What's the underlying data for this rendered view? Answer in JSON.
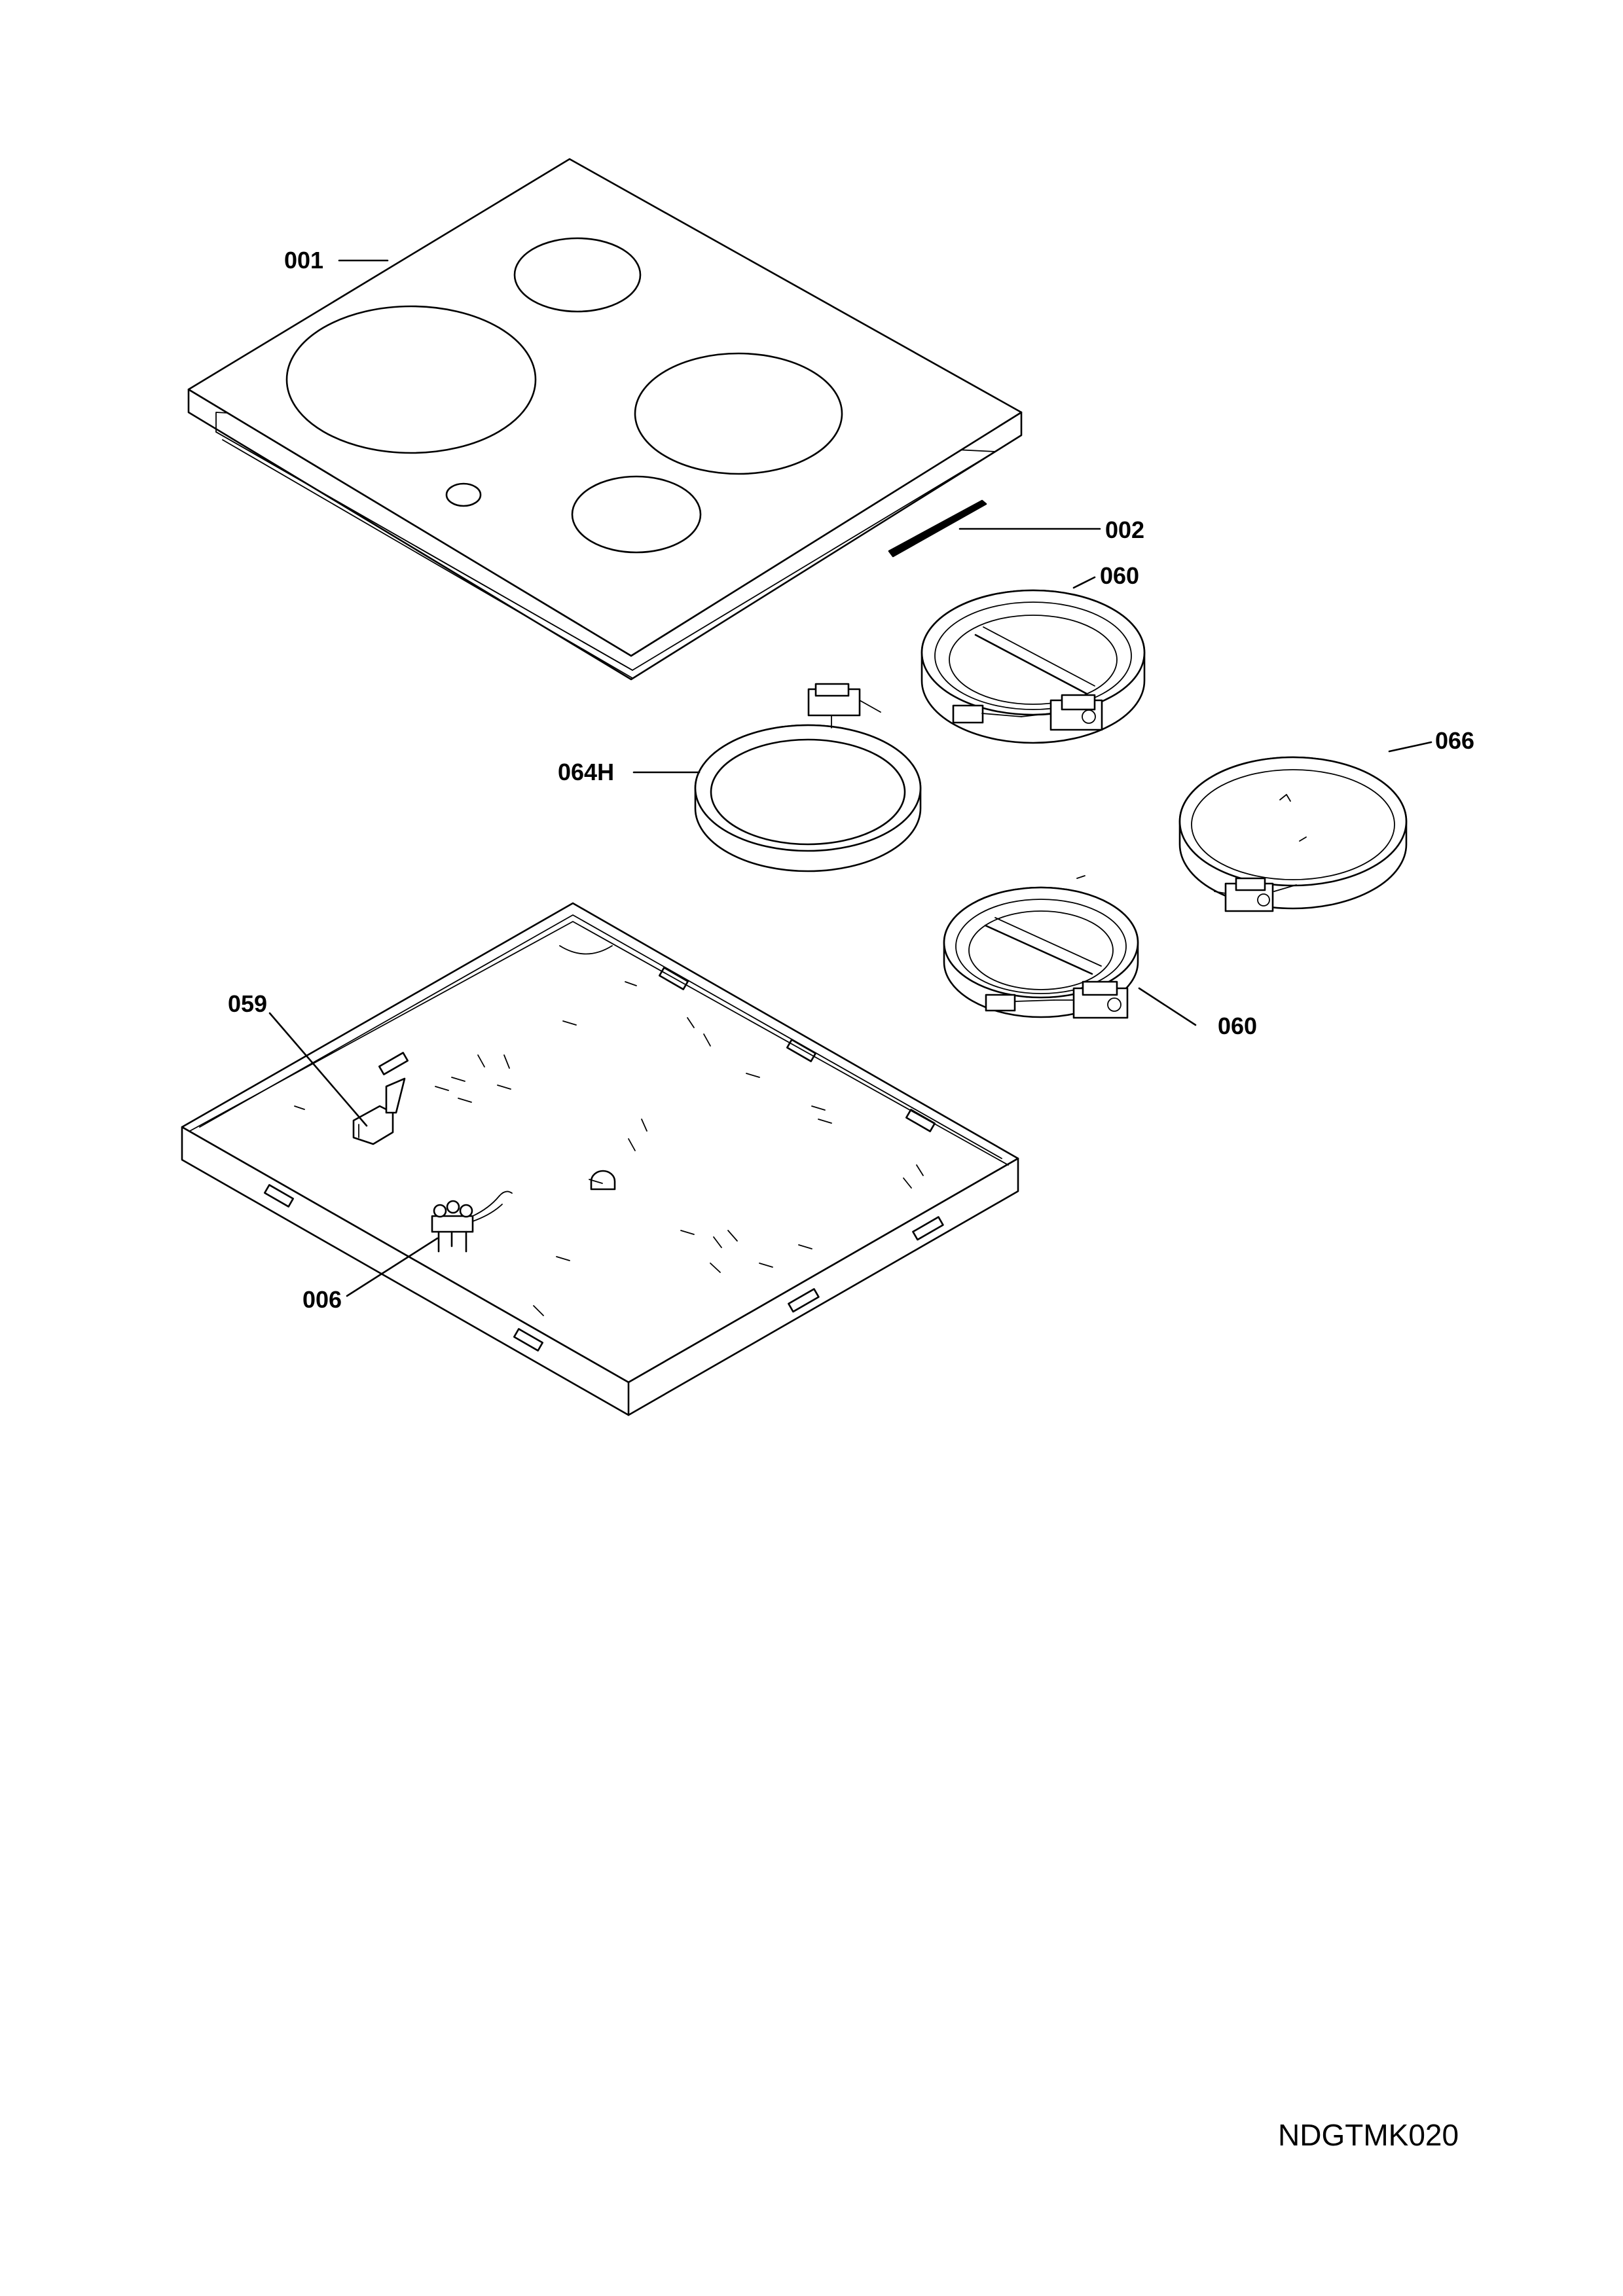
{
  "diagram": {
    "parts": [
      {
        "id": "p001",
        "label": "001"
      },
      {
        "id": "p002",
        "label": "002"
      },
      {
        "id": "p060a",
        "label": "060"
      },
      {
        "id": "p064h",
        "label": "064H"
      },
      {
        "id": "p066",
        "label": "066"
      },
      {
        "id": "p060b",
        "label": "060"
      },
      {
        "id": "p059",
        "label": "059"
      },
      {
        "id": "p006",
        "label": "006"
      }
    ],
    "drawing_code": "NDGTMK020"
  }
}
